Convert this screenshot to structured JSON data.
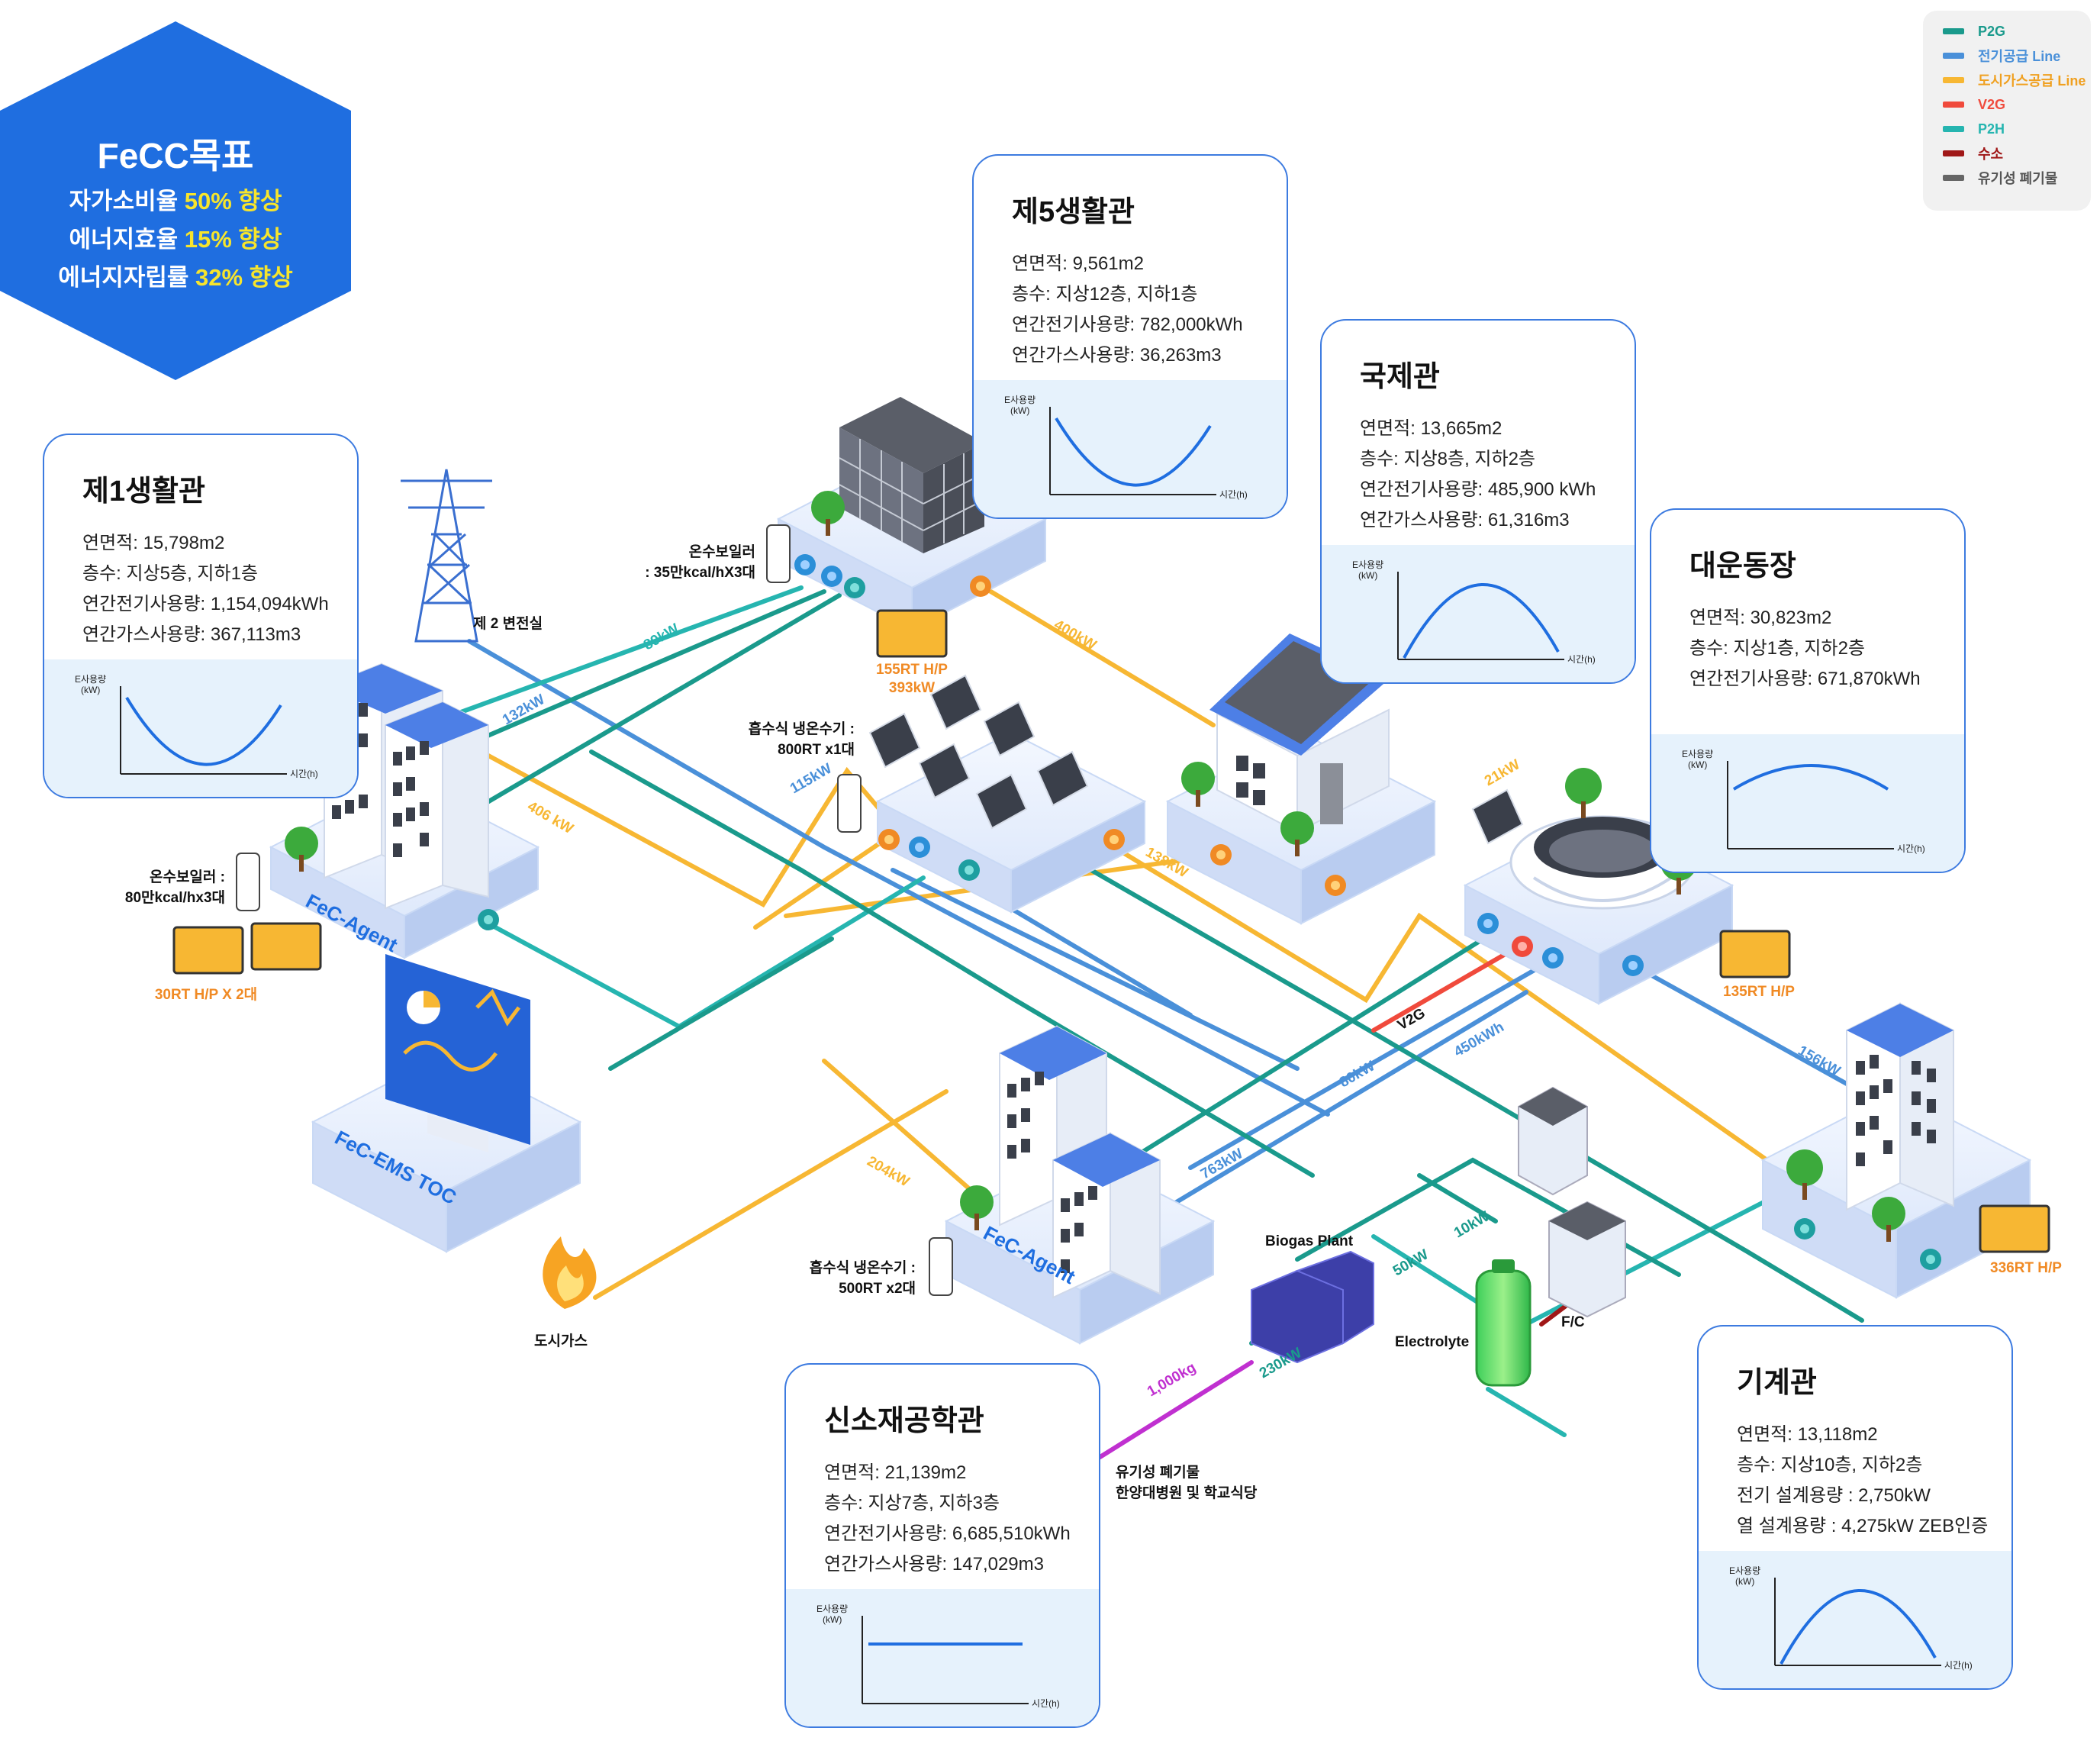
{
  "goal": {
    "title": "FeCC목표",
    "lines": [
      {
        "label": "자가소비율",
        "value": "50% 향상"
      },
      {
        "label": "에너지효율",
        "value": "15% 향상"
      },
      {
        "label": "에너지자립률",
        "value": "32% 향상"
      }
    ]
  },
  "legend": [
    {
      "label": "P2G",
      "color": "#1a9a8c"
    },
    {
      "label": "전기공급 Line",
      "color": "#4a90d9"
    },
    {
      "label": "도시가스공급 Line",
      "color": "#f7b733"
    },
    {
      "label": "V2G",
      "color": "#f04a3c"
    },
    {
      "label": "P2H",
      "color": "#26b5b0"
    },
    {
      "label": "수소",
      "color": "#a01818"
    },
    {
      "label": "유기성 폐기물",
      "color": "#666666"
    }
  ],
  "cards": {
    "dorm1": {
      "title": "제1생활관",
      "info": [
        "연면적: 15,798m2",
        "층수: 지상5층, 지하1층",
        "연간전기사용량: 1,154,094kWh",
        "연간가스사용량: 367,113m3"
      ]
    },
    "dorm5": {
      "title": "제5생활관",
      "info": [
        "연면적: 9,561m2",
        "층수: 지상12층, 지하1층",
        "연간전기사용량: 782,000kWh",
        "연간가스사용량: 36,263m3"
      ]
    },
    "intl": {
      "title": "국제관",
      "info": [
        "연면적: 13,665m2",
        "층수: 지상8층, 지하2층",
        "연간전기사용량: 485,900 kWh",
        "연간가스사용량: 61,316m3"
      ]
    },
    "gym": {
      "title": "대운동장",
      "info": [
        "연면적: 30,823m2",
        "층수: 지상1층, 지하2층",
        "연간전기사용량: 671,870kWh"
      ]
    },
    "mech": {
      "title": "기계관",
      "info": [
        "연면적: 13,118m2",
        "층수: 지상10층, 지하2층",
        "전기 설계용량 : 2,750kW",
        "열 설계용량 : 4,275kW ZEB인증"
      ]
    },
    "materials": {
      "title": "신소재공학관",
      "info": [
        "연면적: 21,139m2",
        "층수: 지상7층, 지하3층",
        "연간전기사용량: 6,685,510kWh",
        "연간가스사용량: 147,029m3"
      ]
    }
  },
  "graph": {
    "ylabel_1": "E사용량",
    "ylabel_2": "(kW)",
    "xlabel": "시간(h)"
  },
  "labels": {
    "substation": "제 2 변전실",
    "boiler5_1": "온수보일러",
    "boiler5_2": ": 35만kcal/hX3대",
    "hp5_1": "155RT H/P",
    "hp5_2": "393kW",
    "chiller1_1": "흡수식 냉온수기 :",
    "chiller1_2": "800RT x1대",
    "boiler1_1": "온수보일러 :",
    "boiler1_2": "80만kcal/hx3대",
    "hp1": "30RT H/P X 2대",
    "agent1": "FeC-Agent",
    "agent2": "FeC-Agent",
    "ems": "FeC-EMS TOC",
    "citygas": "도시가스",
    "chiller2_1": "흡수식 냉온수기 :",
    "chiller2_2": "500RT x2대",
    "biogas": "Biogas Plant",
    "electrolyte": "Electrolyte",
    "fc": "F/C",
    "waste_1": "유기성 폐기물",
    "waste_2": "한양대병원 및 학교식당",
    "hp_gym": "135RT H/P",
    "hp_mech": "336RT H/P"
  },
  "flows": [
    {
      "id": "f89",
      "text": "89kW",
      "color": "#26b5b0"
    },
    {
      "id": "f132",
      "text": "132kW",
      "color": "#4a90d9"
    },
    {
      "id": "f406",
      "text": "406 kW",
      "color": "#f7b733"
    },
    {
      "id": "f400",
      "text": "400kW",
      "color": "#f7b733"
    },
    {
      "id": "f115",
      "text": "115kW",
      "color": "#4a90d9"
    },
    {
      "id": "f138",
      "text": "138kW",
      "color": "#f7b733"
    },
    {
      "id": "f21",
      "text": "21kW",
      "color": "#f7b733"
    },
    {
      "id": "fv2g",
      "text": "V2G",
      "color": "#111111"
    },
    {
      "id": "f450",
      "text": "450kWh",
      "color": "#4a90d9"
    },
    {
      "id": "f80",
      "text": "80kW",
      "color": "#4a90d9"
    },
    {
      "id": "f763",
      "text": "763kW",
      "color": "#4a90d9"
    },
    {
      "id": "f204",
      "text": "204kW",
      "color": "#f7b733"
    },
    {
      "id": "f156",
      "text": "156kW",
      "color": "#4a90d9"
    },
    {
      "id": "f10",
      "text": "10kW",
      "color": "#1a9a8c"
    },
    {
      "id": "f50",
      "text": "50kW",
      "color": "#1a9a8c"
    },
    {
      "id": "f230",
      "text": "230kW",
      "color": "#1a9a8c"
    },
    {
      "id": "f1000",
      "text": "1,000kg",
      "color": "#c030d0"
    }
  ]
}
